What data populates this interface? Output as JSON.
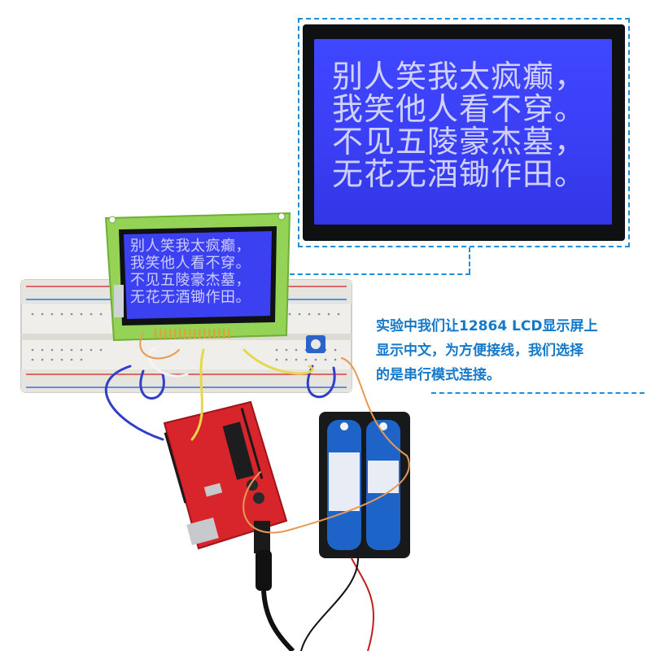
{
  "lcd_display": {
    "lines": [
      "别人笑我太疯癫，",
      "我笑他人看不穿。",
      "不见五陵豪杰墓，",
      "无花无酒锄作田。"
    ]
  },
  "caption": {
    "lines": [
      "实验中我们让12864 LCD显示屏上",
      "显示中文，为方便接线，我们选择",
      "的是串行模式连接。"
    ]
  },
  "colors": {
    "accent_blue": "#1e8fd6",
    "caption_text": "#1479c9",
    "lcd_backlight": "#3a3ff4",
    "pcb_red": "#d8252b",
    "pcb_green": "#8fd14f",
    "battery_blue": "#1e63c8"
  }
}
